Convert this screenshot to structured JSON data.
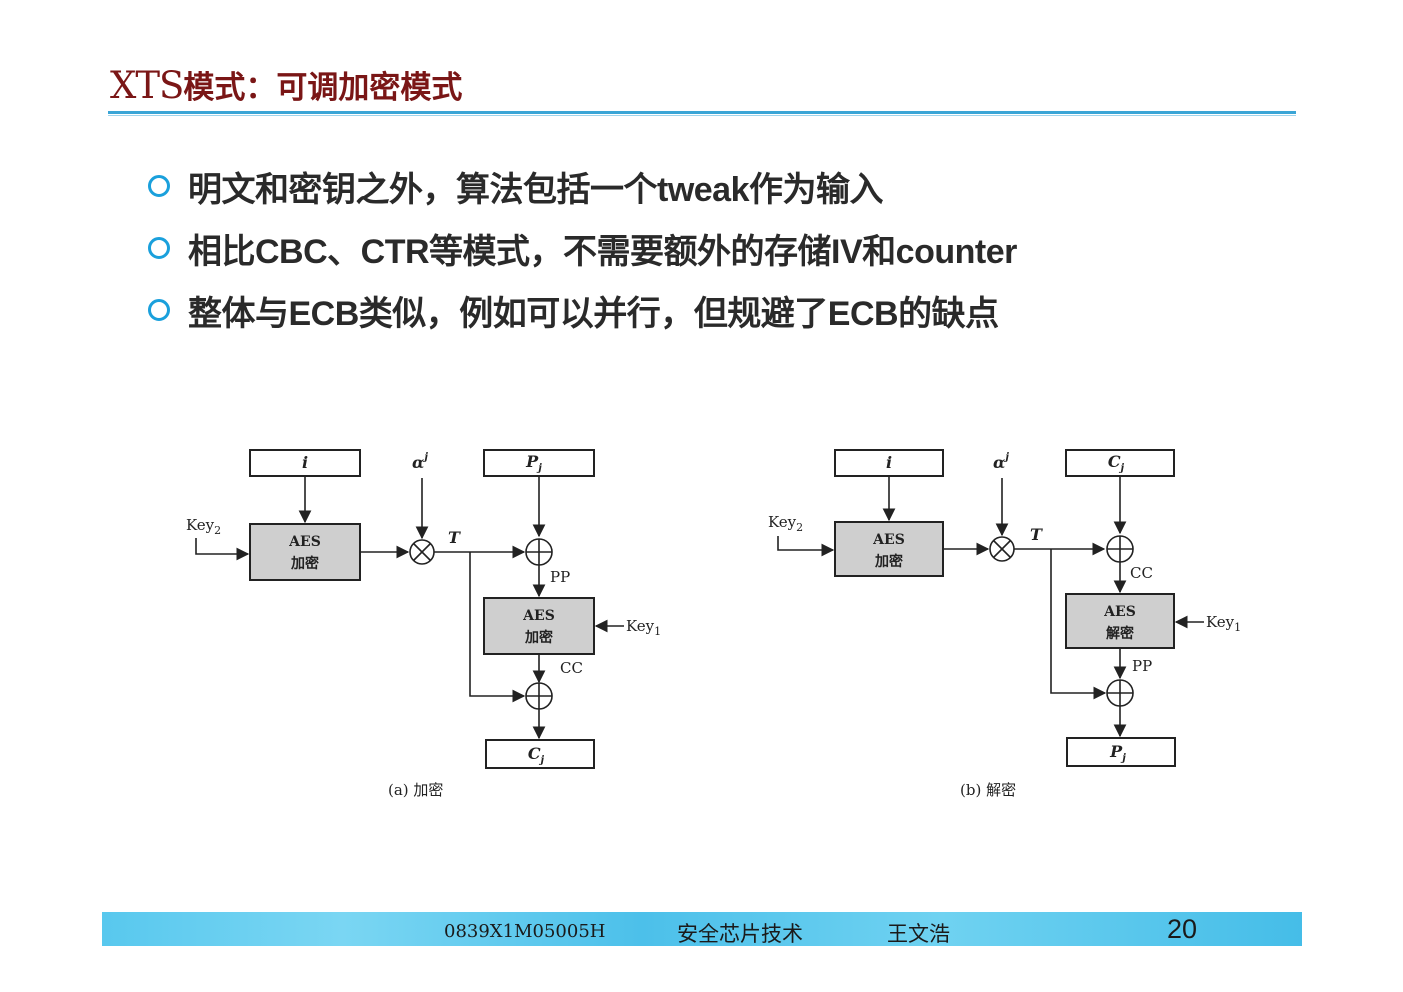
{
  "title": {
    "latin": "XTS",
    "cjk": "模式：可调加密模式"
  },
  "bullets": [
    "明文和密钥之外，算法包括一个tweak作为输入",
    "相比CBC、CTR等模式，不需要额外的存储IV和counter",
    "整体与ECB类似，例如可以并行，但规避了ECB的缺点"
  ],
  "diagram": {
    "encrypt": {
      "i": "i",
      "alpha": "α",
      "alpha_sup": "j",
      "pj": "P",
      "pj_sub": "j",
      "key2": "Key",
      "key2_sub": "2",
      "aes1_top": "AES",
      "aes1_bottom": "加密",
      "t": "T",
      "pp": "PP",
      "aes2_top": "AES",
      "aes2_bottom": "加密",
      "key1": "Key",
      "key1_sub": "1",
      "cc": "CC",
      "cj": "C",
      "cj_sub": "j",
      "caption": "(a) 加密"
    },
    "decrypt": {
      "i": "i",
      "alpha": "α",
      "alpha_sup": "j",
      "cj": "C",
      "cj_sub": "j",
      "key2": "Key",
      "key2_sub": "2",
      "aes1_top": "AES",
      "aes1_bottom": "加密",
      "t": "T",
      "cc": "CC",
      "aes2_top": "AES",
      "aes2_bottom": "解密",
      "key1": "Key",
      "key1_sub": "1",
      "pp": "PP",
      "pj": "P",
      "pj_sub": "j",
      "caption": "(b) 解密"
    }
  },
  "footer": {
    "code": "0839X1M05005H",
    "course": "安全芯片技术",
    "author": "王文浩",
    "page": "20"
  }
}
